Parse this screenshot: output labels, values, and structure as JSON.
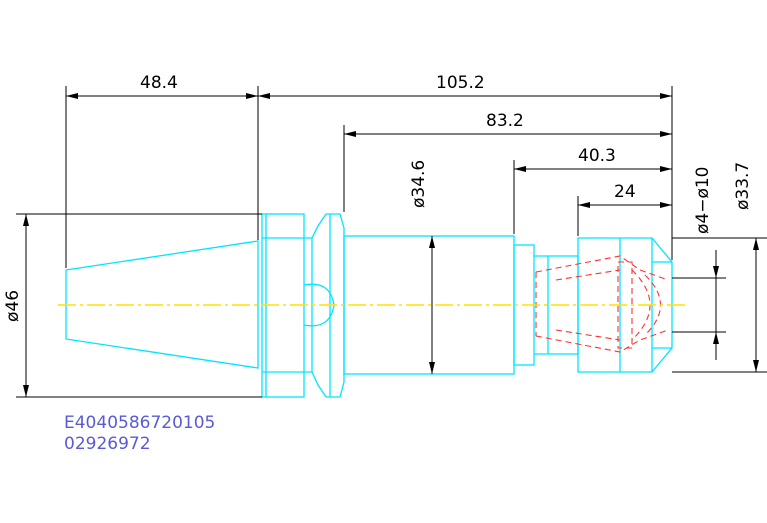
{
  "dimensions": {
    "taper_length": "48.4",
    "overall_length": "105.2",
    "flange_to_tip": "83.2",
    "body_to_tip": "40.3",
    "nut_length": "24",
    "flange_diameter": "ø46",
    "body_diameter": "ø34.6",
    "collet_range": "ø4−ø10",
    "nut_diameter": "ø33.7"
  },
  "part_codes": {
    "line1": "E4040586720105",
    "line2": "02926972"
  },
  "colors": {
    "outline": "#00e5ff",
    "dimension": "#000000",
    "hidden": "#ff3030",
    "centerline": "#ffe000",
    "text_code": "#5a5ad8"
  }
}
